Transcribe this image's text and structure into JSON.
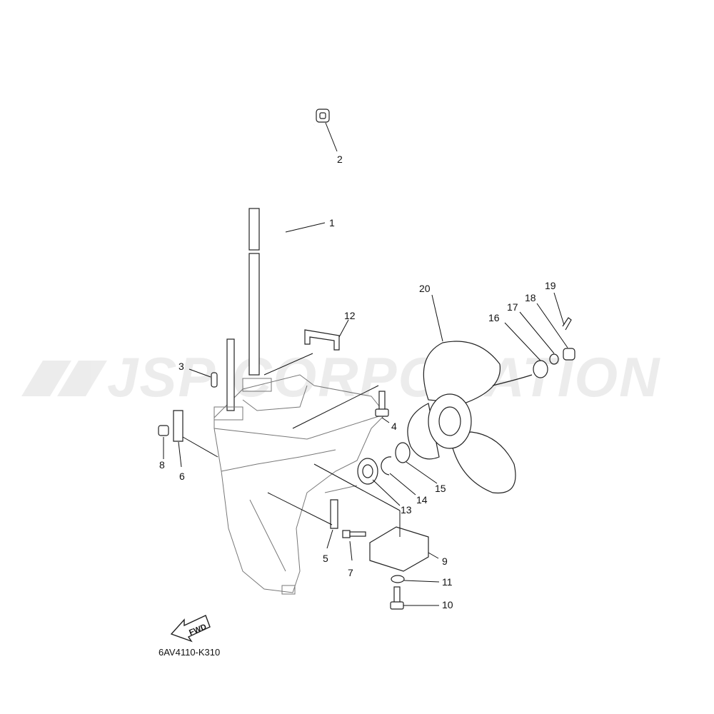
{
  "watermark": "JSP CORPORATION",
  "drawing_code": "6AV4110-K310",
  "fwd_label": "FWD",
  "callouts": [
    "1",
    "2",
    "3",
    "4",
    "5",
    "6",
    "7",
    "8",
    "9",
    "10",
    "11",
    "12",
    "13",
    "14",
    "15",
    "16",
    "17",
    "18",
    "19",
    "20"
  ]
}
